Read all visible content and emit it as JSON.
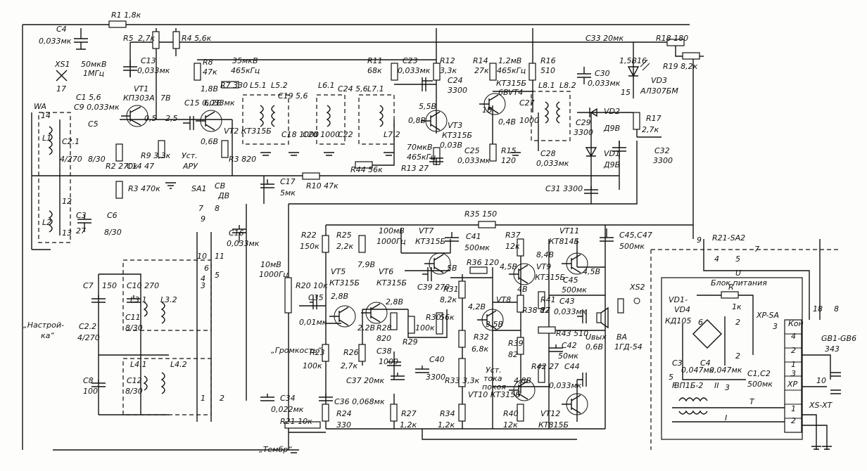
{
  "schematic": {
    "labels": {
      "r1": "R1 1,8к",
      "c4": "C4",
      "c4_val": "0,033мк",
      "r5": "R5",
      "r5_val": "2,7к",
      "r4": "R4 5,6к",
      "xs1": "XS1",
      "sig1": "50мкВ",
      "sig1_f": "1МГц",
      "c13": "C13",
      "c13_val": "0,033мк",
      "r8": "R8",
      "r8_val": "47к",
      "sig2": "35мкВ",
      "sig2_f": "465кГц",
      "r7": "R7 330",
      "l51": "L5.1",
      "l52": "L5.2",
      "r11": "R11",
      "r11_val": "68к",
      "c23": "C23",
      "c23_val": "0,033мк",
      "r12": "R12",
      "r12_val": "3,3к",
      "r14": "R14",
      "r14_val": "27к",
      "sig3": "1,2мВ",
      "sig3_f": "465кГц",
      "r16": "R16",
      "r16_val": "510",
      "c33": "C33 20мк",
      "r18": "R18 180",
      "r19": "R19 8,2к",
      "vd3": "VD3",
      "vd3_type": "АЛ307БМ",
      "c30": "C30",
      "c30_val": "0,033мк",
      "wa": "WA",
      "c1": "C1 5,6",
      "c9": "C9 0,033мк",
      "vt1": "VT1",
      "vt1_type": "КП303А",
      "v7": "7В",
      "c15": "C15 0,033мк",
      "vt2": "VT2 КТ315Б",
      "c19": "C19",
      "c19_val": "5,6",
      "l61": "L6.1",
      "c24": "C24 5,6",
      "l71": "L7.1",
      "c24b": "C24",
      "c24b_val": "3300",
      "vt3": "VT3",
      "vt3_type": "КТ315Б",
      "vt4": "КТ315Б",
      "vt4_name": "VT4",
      "l81": "L8.1",
      "l82": "L8.2",
      "c29": "C29",
      "c29_val": "3300",
      "vd2": "VD2",
      "vd2_type": "Д9В",
      "r17": "R17",
      "r17_val": "2,7к",
      "c2": "C2.1",
      "c2_val": "4/270",
      "c5": "C5",
      "c5_val": "8/30",
      "r2": "R2 270к",
      "c14": "C14 47",
      "r9": "R9 3,3к",
      "agc": "Уст.",
      "agc2": "АРУ",
      "r3": "R3 820",
      "c18": "C18 1000",
      "c20": "C20 1000",
      "c22": "C22",
      "l72": "L7.2",
      "r13": "R13 27",
      "sig4": "70мкВ",
      "sig4_f": "465кГц",
      "c25": "C25",
      "c25_val": "0,033мк",
      "r15": "R15",
      "r15_val": "120",
      "c28": "C28",
      "c28_val": "0,033мк",
      "c27": "C27",
      "c27_val": "1000",
      "vd1": "VD1",
      "vd1_type": "Д9В",
      "c32": "C32",
      "c32_val": "3300",
      "r3b": "R3 470к",
      "c17": "C17",
      "c17_val": "5мк",
      "r10": "R10 47к",
      "r44": "R44 56к",
      "c31": "C31 3300",
      "sa1": "SA1",
      "sa1_sv": "СВ",
      "sa1_dv": "ДВ",
      "l1": "L1",
      "l2": "L2",
      "c3": "C3",
      "c3_val": "27",
      "c6": "C6",
      "c6_val": "8/30",
      "c16": "C16",
      "c16_val": "0,033мк",
      "r35": "R35 150",
      "r22": "R22",
      "r22_val": "150к",
      "r25": "R25",
      "r25_val": "2,2к",
      "sig5": "100мВ",
      "sig5_f": "1000Гц",
      "vt7": "VT7",
      "vt7_type": "КТ315Б",
      "c41": "C41",
      "c41_val": "500мк",
      "r37": "R37",
      "r37_val": "12к",
      "vt11": "VT11",
      "vt11_type": "КТ814Б",
      "c4547": "C45,C47",
      "c4547_val": "500мк",
      "r21sa2": "R21-SA2",
      "c7": "C7",
      "c7_val": "150",
      "c10": "C10 270",
      "l31": "L3.1",
      "l32": "L3.2",
      "c11": "C11",
      "c11_val": "8/30",
      "tune": "„Настрой-",
      "tune2": "ка“",
      "c22b": "C2.2",
      "c22b_val": "4/270",
      "sig6": "10мВ",
      "sig6_f": "1000Гц",
      "r20": "R20 10к",
      "c35": "C35",
      "c35_val": "0,01мк",
      "vt5": "VT5",
      "vt5_type": "КТ315Б",
      "vt6": "VT6",
      "vt6_type": "КТ315Б",
      "c39": "C39 270",
      "r36": "R36 120",
      "vt9": "VT9",
      "vt9_type": "КТ315Б",
      "c45": "C45",
      "c45_val": "500мк",
      "xs2": "XS2",
      "psu": "U",
      "psu_name": "Блок питания",
      "vd14": "VD1-",
      "vd14b": "VD4",
      "kd105": "КД105",
      "r_psu": "R",
      "r_psu_val": "1к",
      "xpsa": "XP-SA",
      "kon": "Кон",
      "gb": "GB1-GB6",
      "gb_val": "343",
      "volume": "„Громкость“",
      "r23": "R23",
      "r23_val": "100к",
      "r26": "R26",
      "r26_val": "2,7к",
      "r28": "R28",
      "r28_val": "820",
      "r29": "R29",
      "r29_val": "100к",
      "r30": "R30",
      "r30_val": "56к",
      "c38": "C38",
      "c38_val": "1000",
      "c37": "C37 20мк",
      "c40": "C40",
      "c40_val": "3300",
      "r31": "R31",
      "r31_val": "8,2к",
      "r32": "R32",
      "r32_val": "6,8к",
      "r33": "R33 3,3к",
      "set_current": "Уст.",
      "set_current2": "тока",
      "set_current3": "покоя",
      "vt8": "VT8",
      "r38": "R38 82",
      "r39": "R39",
      "r39_val": "82",
      "r41": "R41",
      "r41_val": "27",
      "c43": "C43",
      "c43_val": "0,033мк",
      "r43": "R43 510",
      "c42": "C42",
      "c42_val": "50мк",
      "uout": "Uвых",
      "uout_val": "0,6В",
      "ba": "BA",
      "ba_type": "1ГД-54",
      "r42": "R42 27",
      "c44": "C44",
      "c44_val": "0,033мк",
      "c8": "C8",
      "c8_val": "100",
      "l41": "L4.1",
      "l42": "L4.2",
      "c12": "C12",
      "c12_val": "8/30",
      "c34": "C34",
      "c34_val": "0,022мк",
      "c36": "C36 0,068мк",
      "r24": "R24",
      "r24_val": "330",
      "r21": "R21 10к",
      "timbre": "„Тембр“",
      "r27": "R27",
      "r27_val": "1,2к",
      "r34": "R34",
      "r34_val": "1,2к",
      "vt10": "VT10 КТ315Б",
      "r40": "R40",
      "r40_val": "12к",
      "vt12": "VT12",
      "vt12_type": "КТ815Б",
      "c3psu": "C3",
      "c3psu_val": "0,047мк",
      "c4psu": "C4",
      "c4psu_val": "0,047мк",
      "f": "F",
      "vp": "ВП1Б-2",
      "c1c2": "C1,C2",
      "c1c2_val": "500мк",
      "xp": "XP",
      "t": "T",
      "xsxt": "XS-XT",
      "roman1": "I",
      "roman2": "II",
      "v_5_5": "5,5В",
      "v_0_8": "0,8В",
      "v_0_03": "0,03В",
      "v_1": "1В",
      "v_0_4": "0,4В",
      "v_6": "6В",
      "v_7_9": "7,9В",
      "v_2_8a": "2,8В",
      "v_2_2": "2,2В",
      "v_2_8b": "2,8В",
      "v_5": "5В",
      "v_4_2": "4,2В",
      "v_3_5": "3,5В",
      "v_8_4": "8,4В",
      "v_4_5a": "4,5В",
      "v_4": "4В",
      "v_4_5b": "4,5В",
      "v_1_5": "1,5В",
      "v_0_5": "0,5",
      "v_2_5": "2,5",
      "v_6_2": "6,2В",
      "v_0_6": "0,6В",
      "v_4_8": "4,8В",
      "v_1_8": "1,8В",
      "pin_14": "14",
      "pin_17": "17",
      "pin_12": "12",
      "pin_13": "13",
      "pin_7": "7",
      "pin_8": "8",
      "pin_9": "9",
      "pin_10": "10",
      "pin_11": "11",
      "pin_6": "6",
      "pin_5": "5",
      "pin_4": "4",
      "pin_3": "3",
      "pin_2": "2",
      "pin_1": "1",
      "pin_15": "15",
      "pin_16": "16",
      "sa2_4": "4",
      "sa2_5": "5",
      "sa2_7": "7",
      "sa2_9": "9",
      "k_4": "4",
      "k_2": "2",
      "k_1": "1",
      "k_3": "3",
      "xp_1": "1",
      "xp_2": "2",
      "pin_3b": "3",
      "ps_6": "6",
      "ps_5": "5",
      "ps_2": "2",
      "ps_2b": "2",
      "ps_3": "3",
      "gb_10": "10",
      "gb_8": "8",
      "gb_18": "18"
    }
  }
}
